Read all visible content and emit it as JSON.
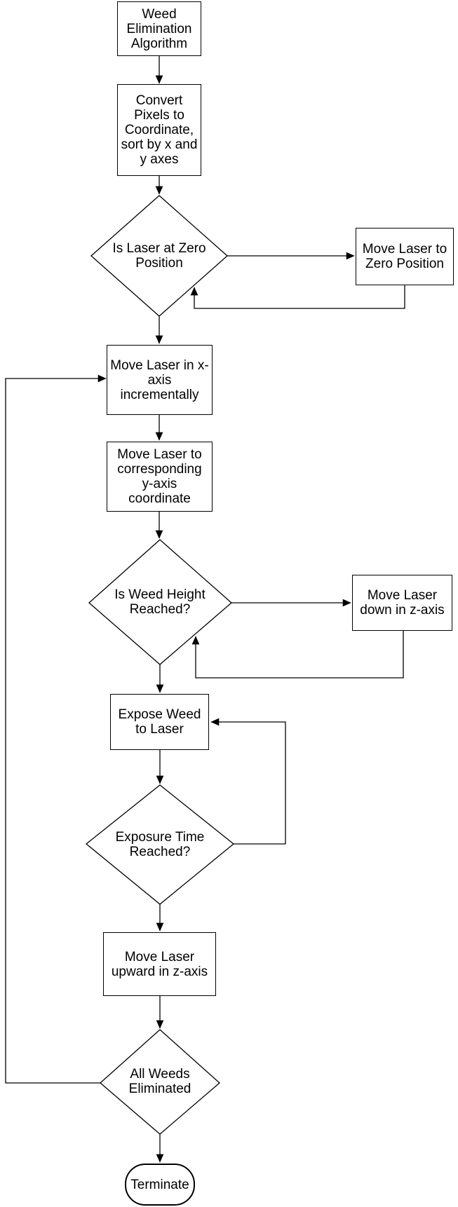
{
  "meta": {
    "diagram_type": "flowchart",
    "background_color": "#ffffff",
    "stroke_color": "#000000",
    "text_color": "#000000"
  },
  "nodes": {
    "start": {
      "type": "process",
      "label": "Weed\nElimination\nAlgorithm"
    },
    "convert": {
      "type": "process",
      "label": "Convert\nPixels to\nCoordinate,\nsort by x and\ny axes"
    },
    "laser_zero_check": {
      "type": "decision",
      "label": "Is Laser at Zero\nPosition"
    },
    "move_zero": {
      "type": "process",
      "label": "Move Laser to\nZero Position"
    },
    "move_x": {
      "type": "process",
      "label": "Move Laser in x-\naxis\nincrementally"
    },
    "move_y": {
      "type": "process",
      "label": "Move Laser to\ncorresponding\ny-axis\ncoordinate"
    },
    "weed_height_check": {
      "type": "decision",
      "label": "Is Weed Height\nReached?"
    },
    "move_z_down": {
      "type": "process",
      "label": "Move Laser\ndown in z-axis"
    },
    "expose": {
      "type": "process",
      "label": "Expose Weed\nto Laser"
    },
    "exposure_time_check": {
      "type": "decision",
      "label": "Exposure Time\nReached?"
    },
    "move_z_up": {
      "type": "process",
      "label": "Move Laser\nupward in z-axis"
    },
    "all_weeds_check": {
      "type": "decision",
      "label": "All Weeds\nEliminated"
    },
    "terminate": {
      "type": "terminator",
      "label": "Terminate"
    }
  },
  "edges": [
    {
      "from": "start",
      "to": "convert"
    },
    {
      "from": "convert",
      "to": "laser_zero_check"
    },
    {
      "from": "laser_zero_check",
      "to": "move_zero"
    },
    {
      "from": "move_zero",
      "to": "laser_zero_check"
    },
    {
      "from": "laser_zero_check",
      "to": "move_x"
    },
    {
      "from": "move_x",
      "to": "move_y"
    },
    {
      "from": "move_y",
      "to": "weed_height_check"
    },
    {
      "from": "weed_height_check",
      "to": "move_z_down"
    },
    {
      "from": "move_z_down",
      "to": "weed_height_check"
    },
    {
      "from": "weed_height_check",
      "to": "expose"
    },
    {
      "from": "expose",
      "to": "exposure_time_check"
    },
    {
      "from": "exposure_time_check",
      "to": "expose"
    },
    {
      "from": "exposure_time_check",
      "to": "move_z_up"
    },
    {
      "from": "move_z_up",
      "to": "all_weeds_check"
    },
    {
      "from": "all_weeds_check",
      "to": "move_x"
    },
    {
      "from": "all_weeds_check",
      "to": "terminate"
    }
  ]
}
